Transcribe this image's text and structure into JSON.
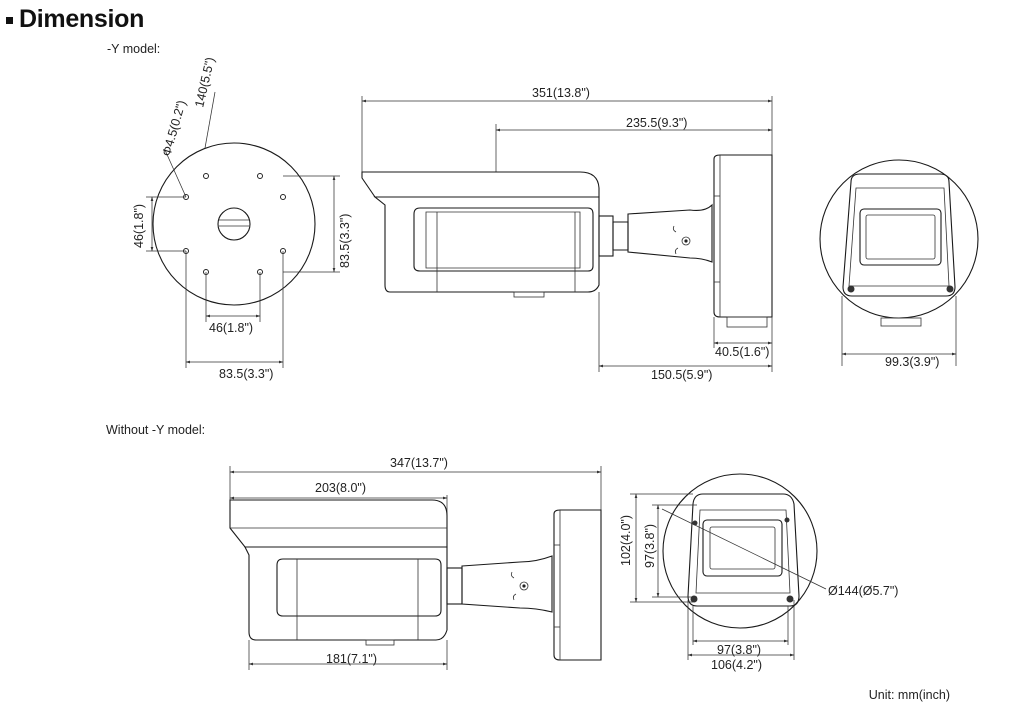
{
  "title": "Dimension",
  "sections": {
    "y_model": "-Y model:",
    "no_y_model": "Without -Y model:"
  },
  "unit_note": "Unit: mm(inch)",
  "dimensions_y": {
    "d140": "140(5.5\")",
    "hole": "Φ4.5(0.2\")",
    "d46v": "46(1.8\")",
    "d835v": "83.5(3.3\")",
    "d46h": "46(1.8\")",
    "d835h": "83.5(3.3\")",
    "d351": "351(13.8\")",
    "d2355": "235.5(9.3\")",
    "d405": "40.5(1.6\")",
    "d1505": "150.5(5.9\")",
    "d993": "99.3(3.9\")"
  },
  "dimensions_no_y": {
    "d347": "347(13.7\")",
    "d203": "203(8.0\")",
    "d181": "181(7.1\")",
    "d102": "102(4.0\")",
    "d97v": "97(3.8\")",
    "d144": "Ø144(Ø5.7\")",
    "d97h": "97(3.8\")",
    "d106": "106(4.2\")"
  }
}
